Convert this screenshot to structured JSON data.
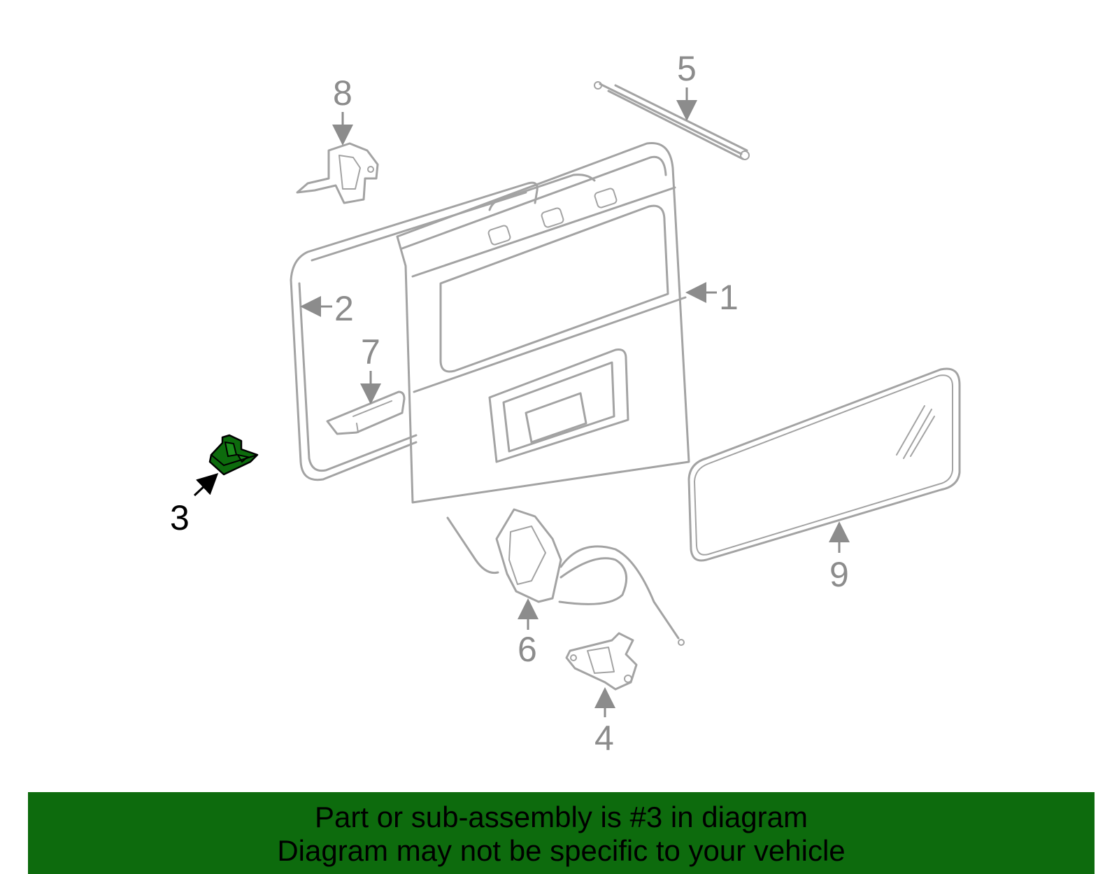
{
  "callouts": {
    "c1": "1",
    "c2": "2",
    "c3": "3",
    "c4": "4",
    "c5": "5",
    "c6": "6",
    "c7": "7",
    "c8": "8",
    "c9": "9"
  },
  "highlight": {
    "part": "3",
    "color": "#0d6b0d"
  },
  "banner": {
    "line1": "Part or sub-assembly is #3 in diagram",
    "line2": "Diagram may not be specific to your vehicle",
    "background": "#0d6b0d"
  }
}
